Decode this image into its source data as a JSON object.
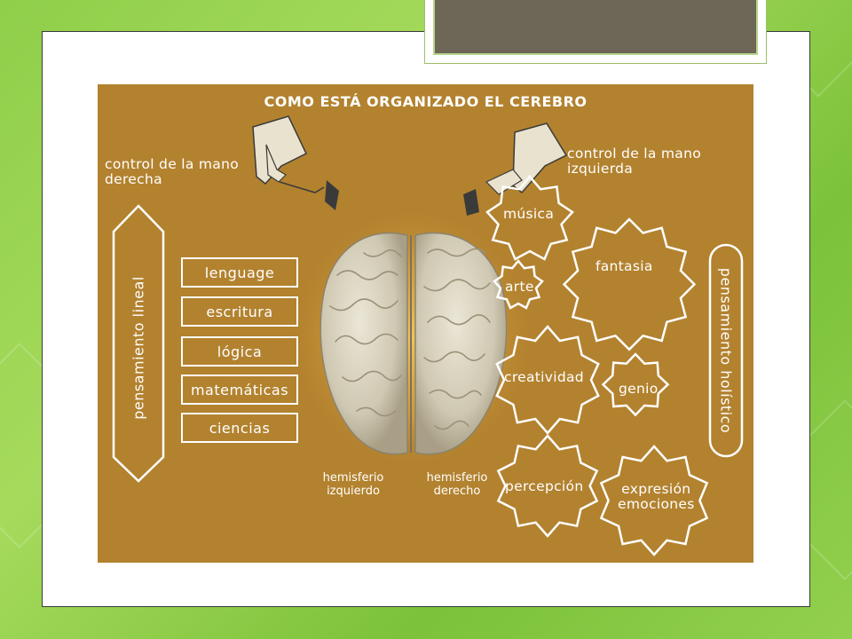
{
  "diagram": {
    "title": "COMO ESTÁ ORGANIZADO EL CEREBRO",
    "left_hand_label_line1": "control de la mano",
    "left_hand_label_line2": "derecha",
    "right_hand_label_line1": "control de la mano",
    "right_hand_label_line2": "izquierda",
    "linear_thinking": "pensamiento lineal",
    "holistic_thinking": "pensamiento holístico",
    "left_boxes": [
      "lenguage",
      "escritura",
      "lógica",
      "matemáticas",
      "ciencias"
    ],
    "hemisphere_left_line1": "hemisferio",
    "hemisphere_left_line2": "izquierdo",
    "hemisphere_right_line1": "hemisferio",
    "hemisphere_right_line2": "derecho",
    "stars": {
      "musica": "música",
      "arte": "arte",
      "fantasia": "fantasia",
      "creatividad": "creatividad",
      "genio": "genio",
      "percepcion": "percepción",
      "expresion_line1": "expresión",
      "expresion_line2": "emociones"
    }
  },
  "colors": {
    "panel": "#b3822f",
    "slide_bg": "#ffffff",
    "tab": "#6e6656",
    "accent_green": "#8fcf4a",
    "brain": "#d9d3bf"
  }
}
